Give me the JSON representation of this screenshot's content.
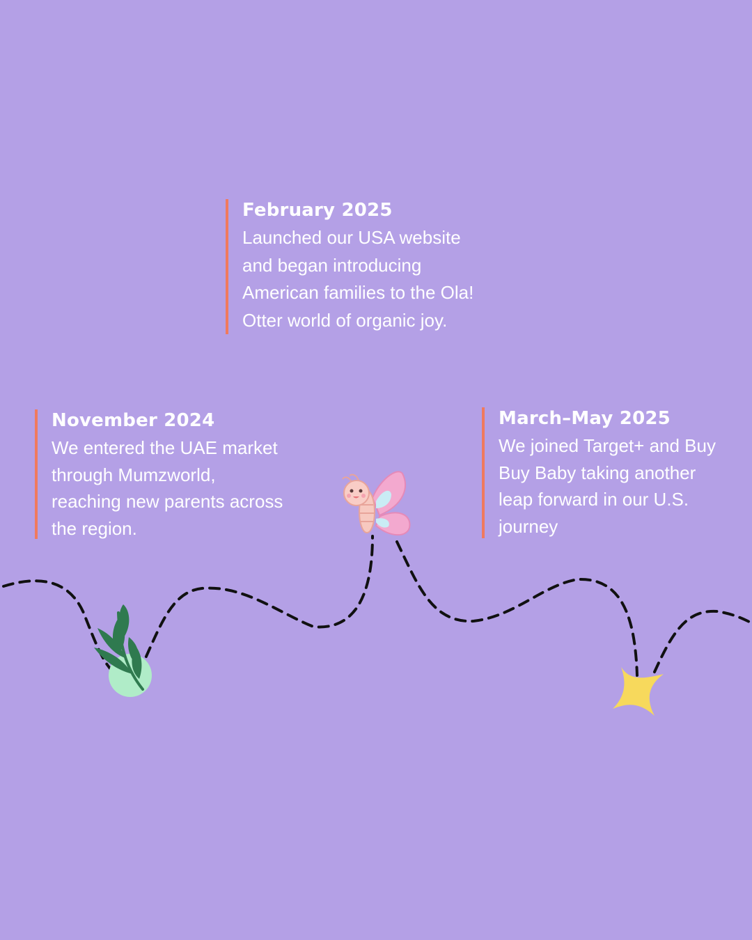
{
  "milestones": {
    "feb": {
      "date": "February 2025",
      "lines": [
        "Launched our USA website",
        "and began introducing",
        "American families to the Ola!",
        "Otter world of organic joy."
      ]
    },
    "nov": {
      "date": "November 2024",
      "lines": [
        "We entered the UAE market",
        "through Mumzworld,",
        "reaching new parents across",
        "the region."
      ]
    },
    "mar": {
      "date": "March–May 2025",
      "lines": [
        "We joined Target+ and Buy",
        "Buy Baby taking another",
        "leap forward in our U.S.",
        "journey"
      ]
    }
  },
  "colors": {
    "background": "#b4a0e6",
    "accent_bar": "#f07a5e",
    "text": "#ffffff",
    "path": "#111111",
    "leaf": "#2f7a4f",
    "leaf_circle": "#b0ecc8",
    "star": "#f7d95c",
    "butterfly_wing": "#f3a9cf"
  },
  "icons": [
    "leaf-icon",
    "butterfly-icon",
    "star-icon"
  ]
}
